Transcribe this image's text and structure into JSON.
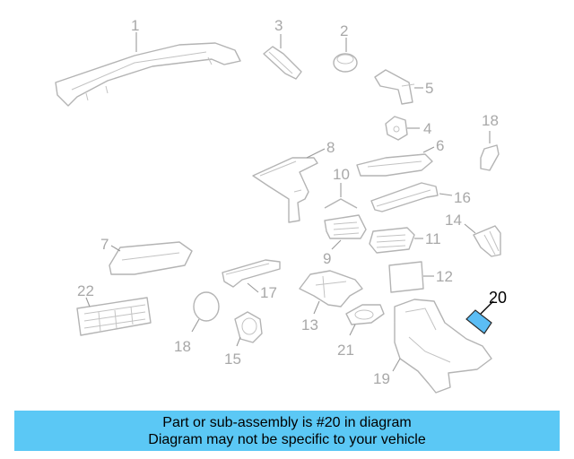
{
  "labels": {
    "p1": "1",
    "p2": "2",
    "p3": "3",
    "p4": "4",
    "p5": "5",
    "p6": "6",
    "p7": "7",
    "p8": "8",
    "p9": "9",
    "p10": "10",
    "p11": "11",
    "p12": "12",
    "p13": "13",
    "p14": "14",
    "p15": "15",
    "p16": "16",
    "p17": "17",
    "p18a": "18",
    "p18b": "18",
    "p19": "19",
    "p20": "20",
    "p21": "21",
    "p22": "22"
  },
  "highlight_part": "20",
  "colors": {
    "highlight_fill": "#5bbdf5",
    "banner_bg": "#5bc8f5",
    "part_stroke": "#b4b4b4"
  },
  "banner": {
    "line1": "Part or sub-assembly is #20 in diagram",
    "line2": "Diagram may not be specific to your vehicle"
  }
}
